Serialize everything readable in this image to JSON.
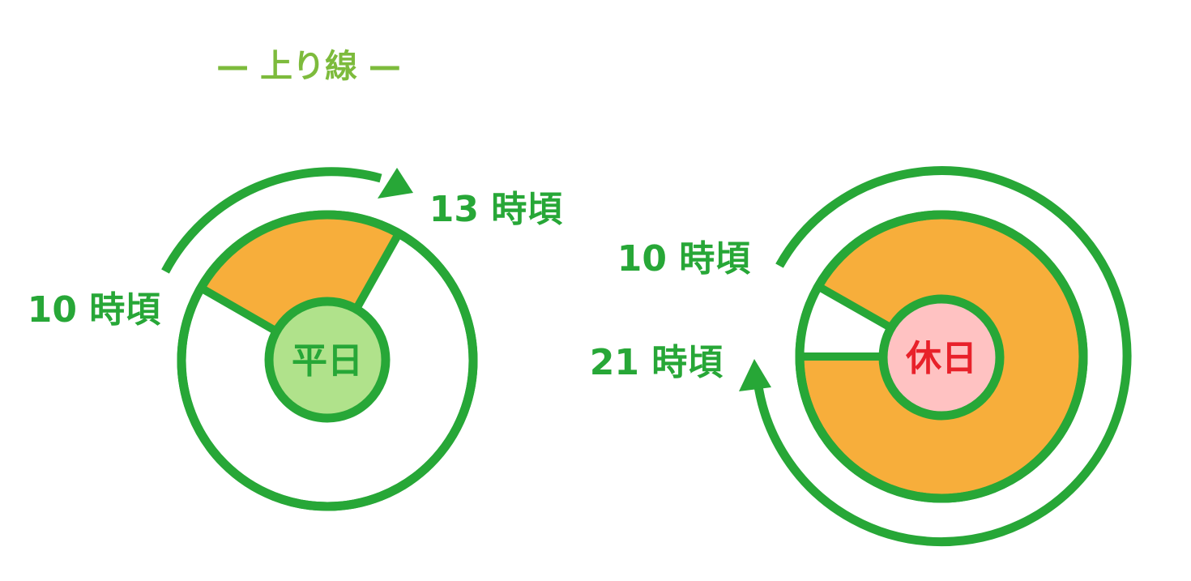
{
  "title": "— 上り線 —",
  "colors": {
    "ring": "#27a737",
    "title": "#7dbb3c",
    "fill": "#f7ae3b",
    "weekday_center": "#b0e28b",
    "holiday_center": "#ffc2c2",
    "holiday_text": "#e8212a"
  },
  "weekday": {
    "center_label": "平日",
    "start_label": "10 時頃",
    "end_label": "13 時頃"
  },
  "holiday": {
    "center_label": "休日",
    "start_label": "10 時頃",
    "end_label": "21 時頃"
  }
}
